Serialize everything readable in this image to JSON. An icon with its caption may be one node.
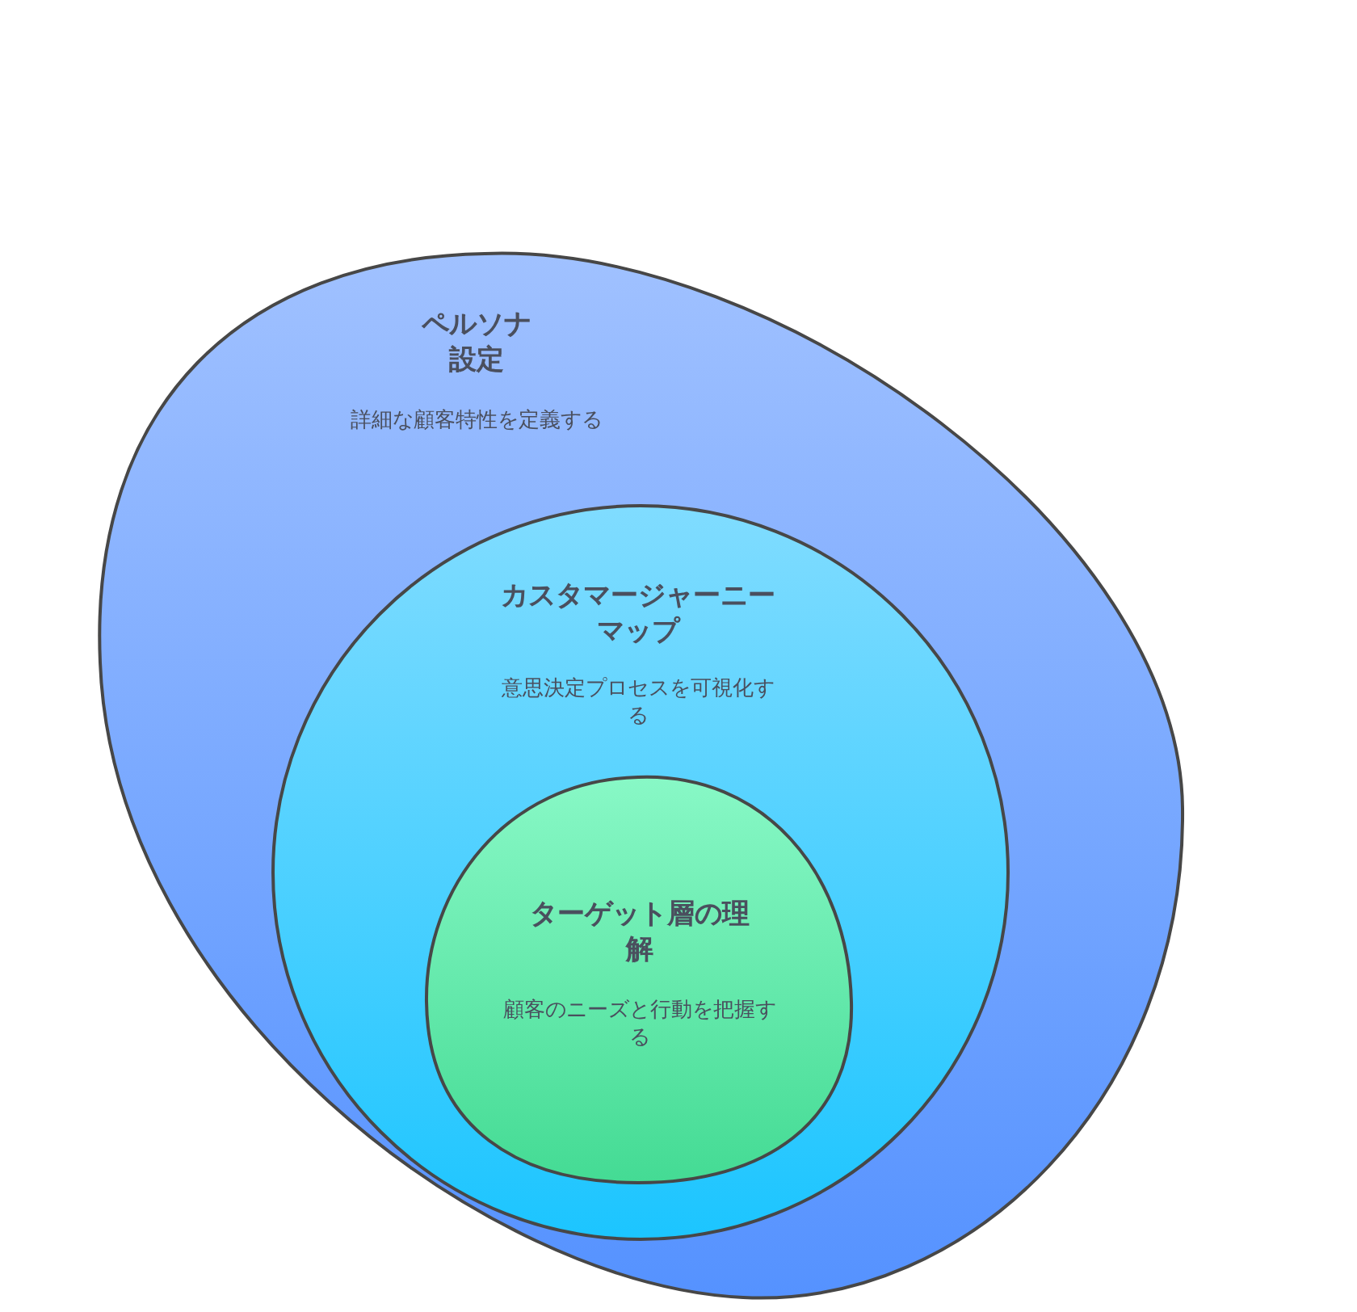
{
  "diagram": {
    "nodes": [
      {
        "text": [
          "ペルソナ設定",
          "詳細な顧客特性を定義する"
        ]
      },
      {
        "text": [
          "カスタマージャーニーマップ",
          "意思決定プロセスを可視化する"
        ],
        "in": 0
      },
      {
        "text": [
          "ターゲット層の理解",
          "顧客のニーズと行動を把握する"
        ],
        "in": 1
      }
    ]
  }
}
